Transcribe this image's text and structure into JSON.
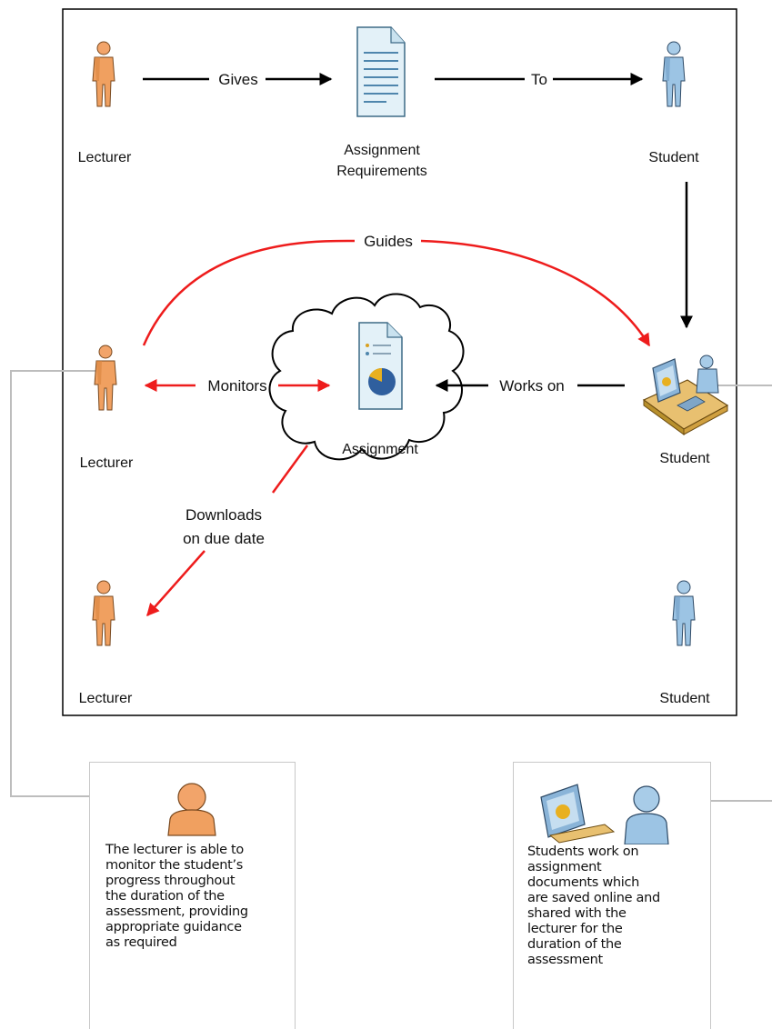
{
  "colors": {
    "lecturer": "#f0a060",
    "student": "#9cc4e4",
    "red_arrow": "#ee1c1c",
    "black_arrow": "#000000",
    "connector": "#bdbdbd"
  },
  "nodes": {
    "lecturer_top": "Lecturer",
    "requirements": [
      "Assignment",
      "Requirements"
    ],
    "student_top": "Student",
    "lecturer_mid": "Lecturer",
    "assignment": "Assignment",
    "student_mid": "Student",
    "lecturer_bottom": "Lecturer",
    "student_bottom": "Student"
  },
  "edges": {
    "gives": "Gives",
    "to": "To",
    "guides": "Guides",
    "monitors": "Monitors",
    "works_on": "Works on",
    "downloads": [
      "Downloads",
      "on due date"
    ]
  },
  "icons": {
    "lecturer": "lecturer-person-icon",
    "student": "student-person-icon",
    "document": "document-icon",
    "assignment": "assignment-chart-document-icon",
    "workstation": "student-workstation-icon"
  },
  "notes": {
    "lecturer": [
      "The lecturer is able to",
      "monitor the student’s",
      "progress throughout",
      "the duration of the",
      "assessment, providing",
      "appropriate guidance",
      "as required"
    ],
    "student": [
      "Students work on",
      "assignment",
      "documents which",
      "are saved online and",
      "shared with the",
      "lecturer for the",
      "duration of the",
      "assessment"
    ]
  }
}
